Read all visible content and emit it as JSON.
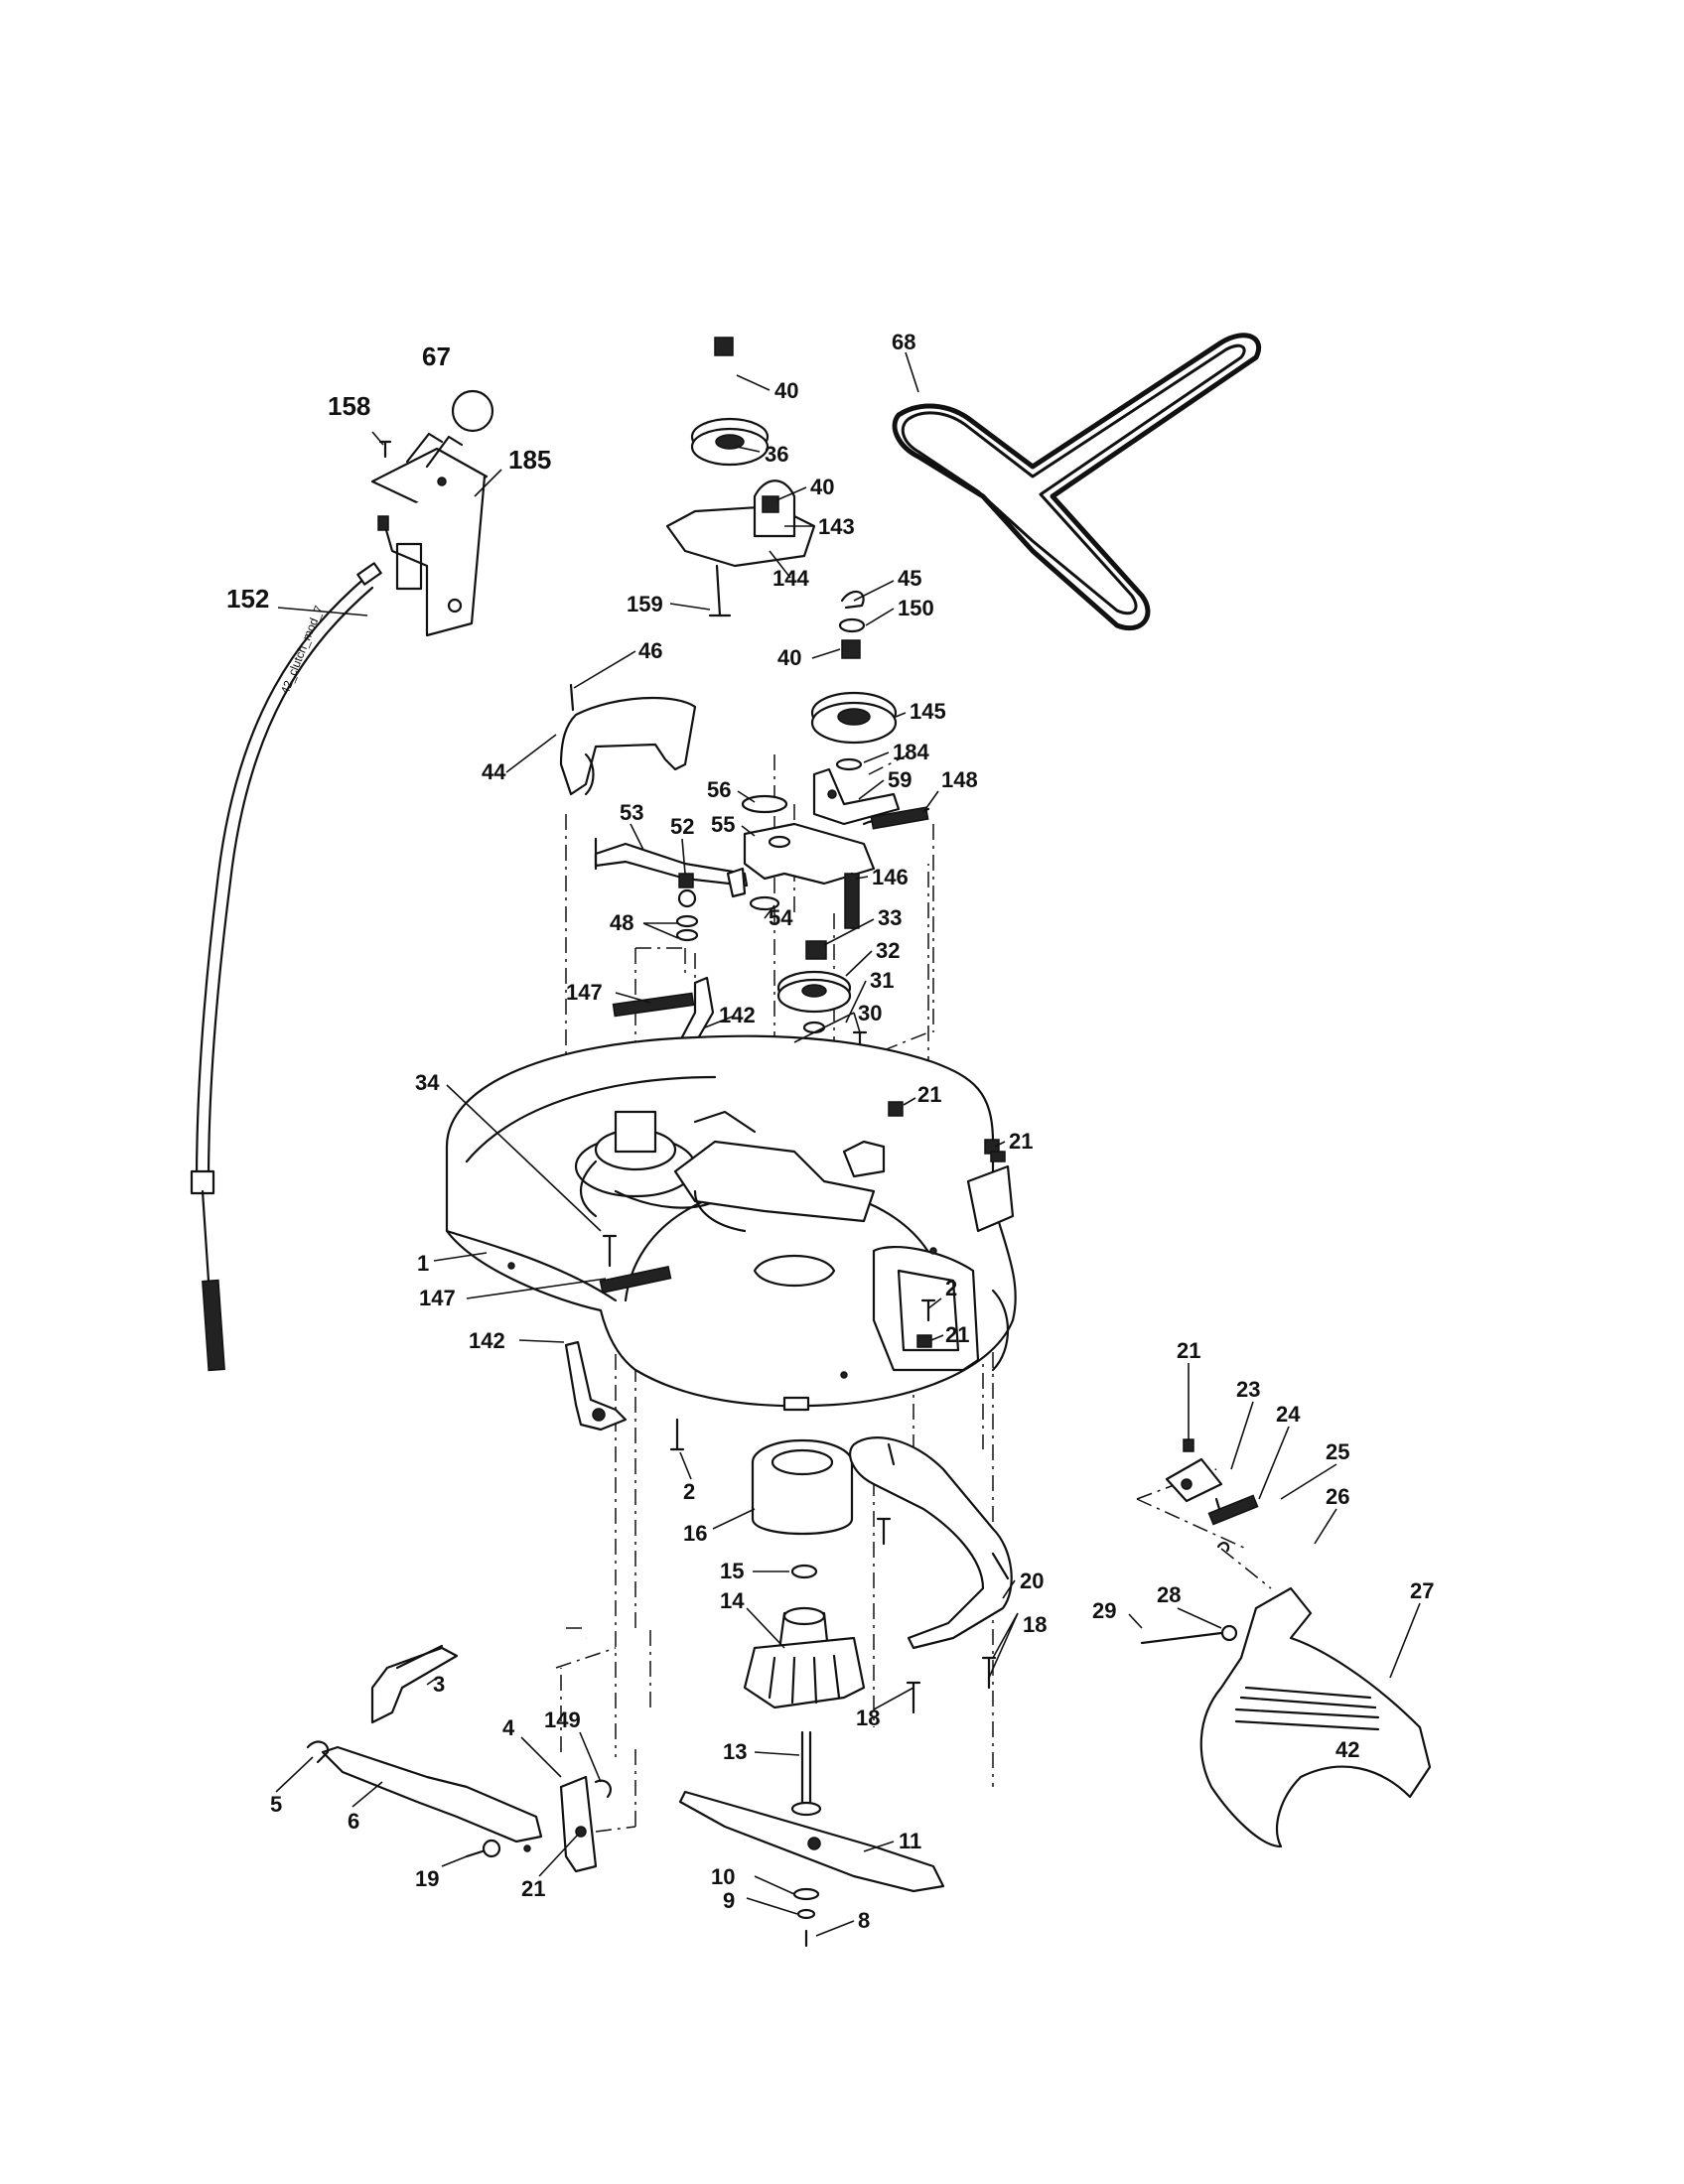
{
  "diagram": {
    "cable_text": "42_clutch_mod_7",
    "deck_badge": "42",
    "labels": {
      "p67": "67",
      "p158": "158",
      "p185": "185",
      "p152": "152",
      "p40a": "40",
      "p36": "36",
      "p40b": "40",
      "p143": "143",
      "p144": "144",
      "p159": "159",
      "p45": "45",
      "p150": "150",
      "p40c": "40",
      "p145": "145",
      "p184": "184",
      "p59": "59",
      "p148": "148",
      "p68": "68",
      "p46": "46",
      "p44": "44",
      "p53": "53",
      "p52": "52",
      "p56": "56",
      "p55": "55",
      "p146": "146",
      "p54": "54",
      "p33": "33",
      "p32": "32",
      "p31": "31",
      "p30": "30",
      "p48": "48",
      "p147a": "147",
      "p142a": "142",
      "p34": "34",
      "p21a": "21",
      "p21b": "21",
      "p1": "1",
      "p147b": "147",
      "p2a": "2",
      "p21c": "21",
      "p142b": "142",
      "p2b": "2",
      "p16": "16",
      "p15": "15",
      "p14": "14",
      "p20": "20",
      "p18a": "18",
      "p18b": "18",
      "p13": "13",
      "p11": "11",
      "p10": "10",
      "p9": "9",
      "p8": "8",
      "p3": "3",
      "p4": "4",
      "p149": "149",
      "p5": "5",
      "p6": "6",
      "p19": "19",
      "p21d": "21",
      "p21e": "21",
      "p23": "23",
      "p24": "24",
      "p25": "25",
      "p26": "26",
      "p28": "28",
      "p27": "27",
      "p29": "29"
    }
  }
}
